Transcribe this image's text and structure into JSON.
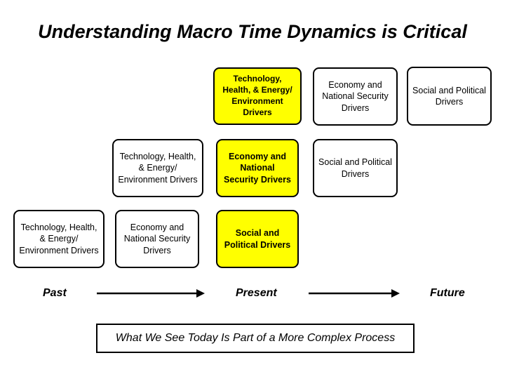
{
  "title": "Understanding Macro Time Dynamics is Critical",
  "boxes": {
    "past_tech": "Technology, Health, & Energy/ Environment Drivers",
    "past_economy": "Economy and National Security Drivers",
    "mid_tech": "Technology, Health, & Energy/ Environment Drivers",
    "present_tech": "Technology, Health, & Energy/ Environment Drivers",
    "present_economy": "Economy and National Security Drivers",
    "present_social": "Social and Political Drivers",
    "future_economy": "Economy and National Security Drivers",
    "future_social_mid": "Social and Political Drivers",
    "future_social_top": "Social and Political Drivers"
  },
  "timeline": {
    "past": "Past",
    "present": "Present",
    "future": "Future"
  },
  "banner": "What We See Today Is Part of a More Complex Process",
  "colors": {
    "highlight": "#ffff00",
    "border": "#000000"
  }
}
